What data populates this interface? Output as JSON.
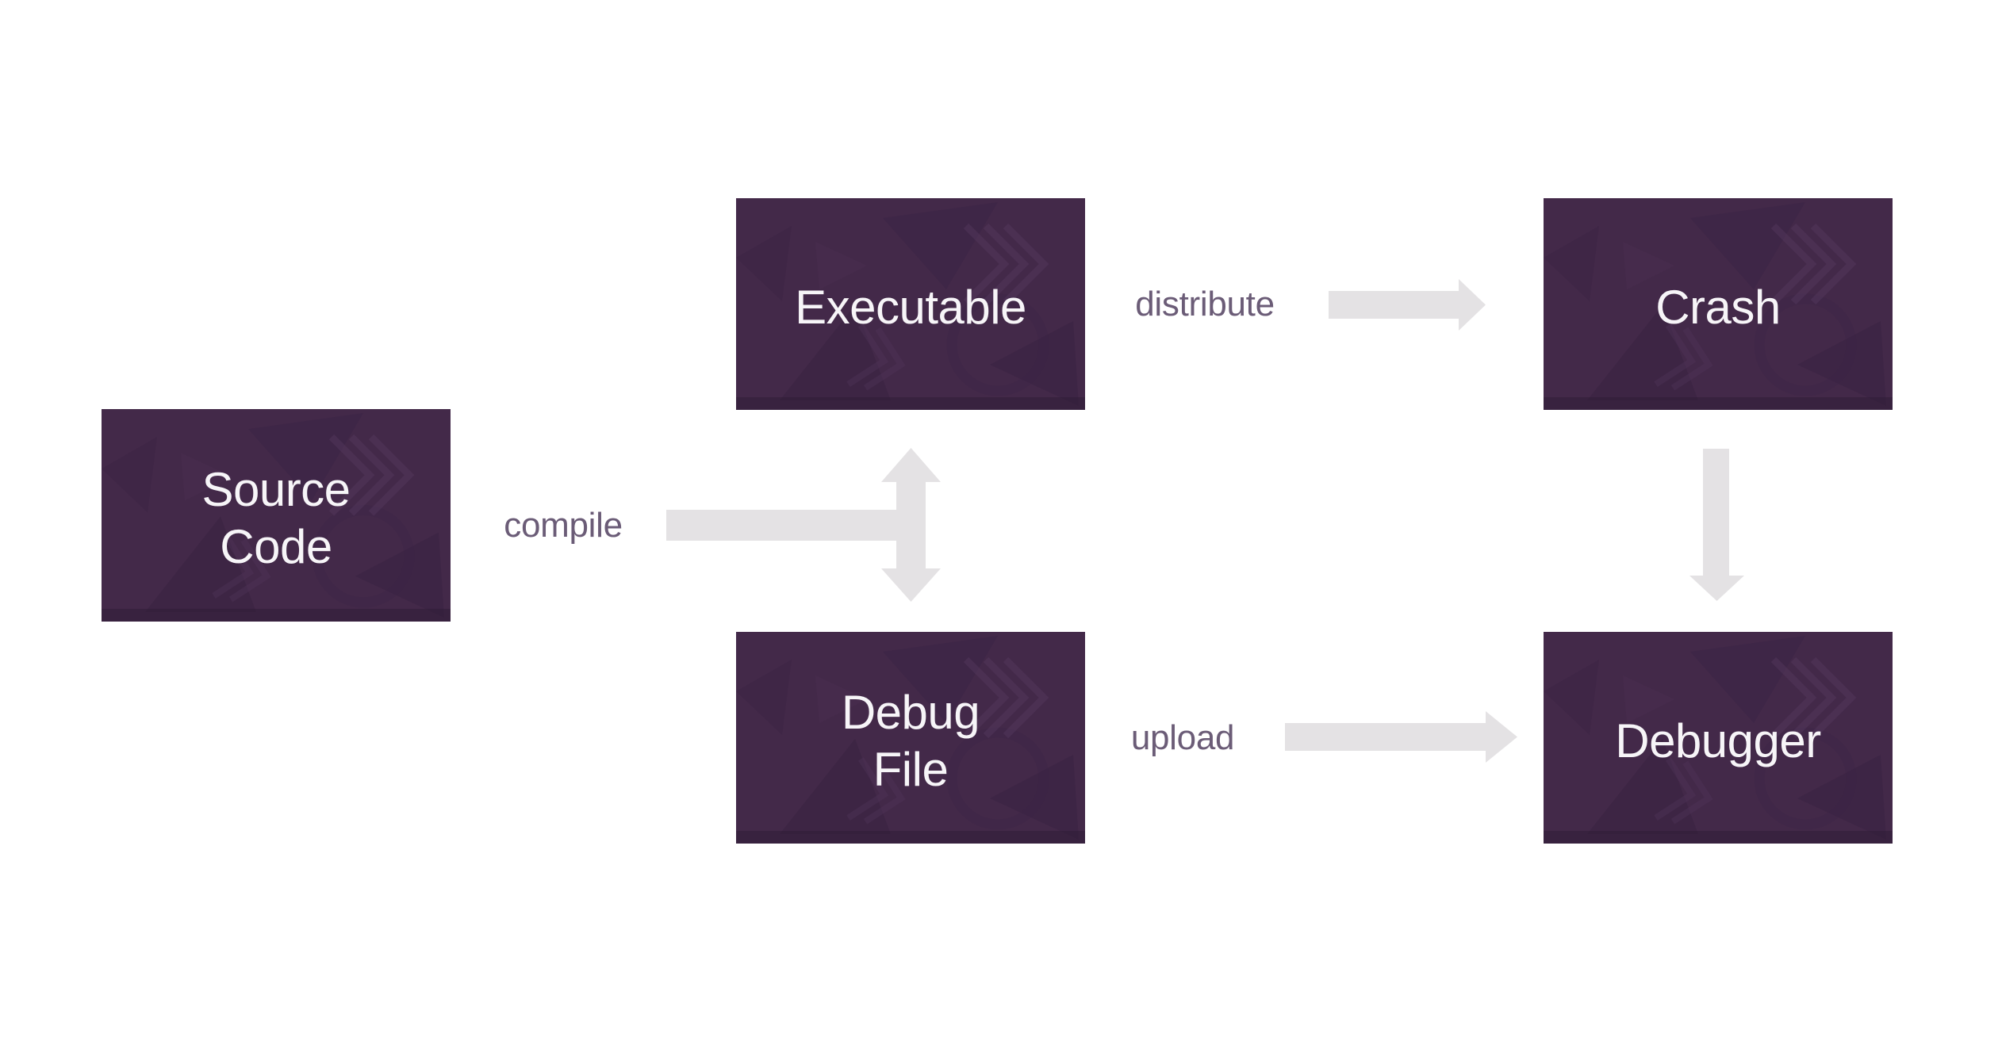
{
  "diagram": {
    "type": "flowchart",
    "background": "#ffffff"
  },
  "colors": {
    "node_fill": "#432949",
    "node_texture_dark": "#372140",
    "node_texture_light": "#53375c",
    "node_text": "#f7f5f8",
    "connector_label_text": "#6b5c77",
    "arrow_fill": "#e4e2e4"
  },
  "nodes": {
    "source_code": {
      "label": "Source Code",
      "lines": [
        "Source",
        "Code"
      ]
    },
    "executable": {
      "label": "Executable",
      "lines": [
        "Executable"
      ]
    },
    "debug_file": {
      "label": "Debug File",
      "lines": [
        "Debug",
        "File"
      ]
    },
    "crash": {
      "label": "Crash",
      "lines": [
        "Crash"
      ]
    },
    "debugger": {
      "label": "Debugger",
      "lines": [
        "Debugger"
      ]
    }
  },
  "connectors": {
    "compile": {
      "label": "compile",
      "from": "Source Code",
      "to": "Executable / Debug File"
    },
    "distribute": {
      "label": "distribute",
      "from": "Executable",
      "to": "Crash"
    },
    "upload": {
      "label": "upload",
      "from": "Debug File",
      "to": "Debugger"
    },
    "crash_to_debugger": {
      "label": "",
      "from": "Crash",
      "to": "Debugger"
    }
  }
}
